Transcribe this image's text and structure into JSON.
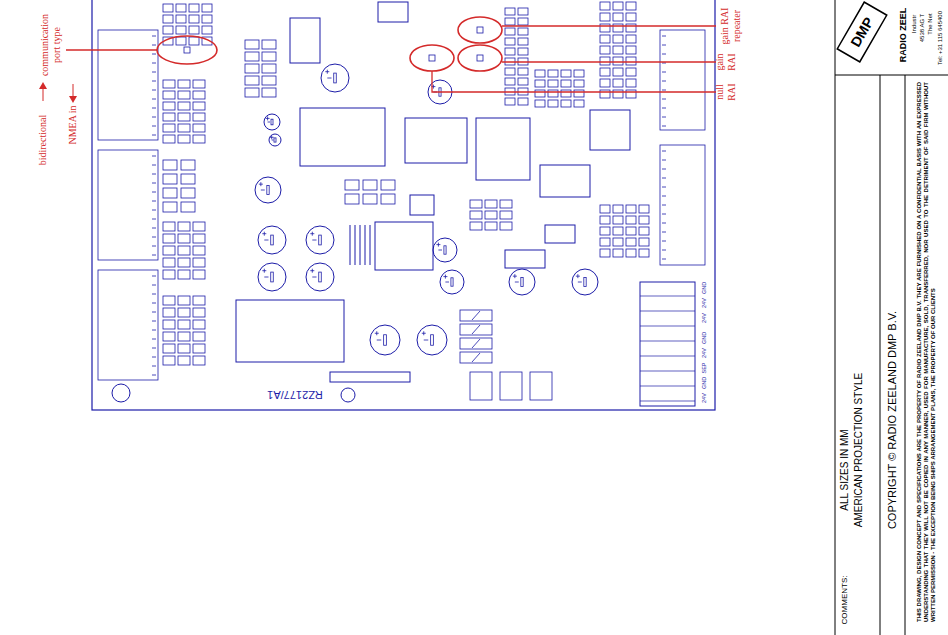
{
  "diagram": {
    "labels": [
      "communication port type",
      "bidirectional",
      "NMEA in",
      "gain RAI repeater",
      "gain RAI",
      "null RAI",
      "RZ2177/A1",
      "24V",
      "GND",
      "SEP",
      "24V",
      "GND",
      "24V",
      "24V",
      "GND",
      "ALL SIZES IN MM",
      "AMERICAN PROJECTION STYLE",
      "COPYRIGHT © RADIO ZEELAND DMP B.V.",
      "COMMENTS:",
      "THIS DRAWING, DESIGN CONCEPT AND SPECIFICATIONS ARE THE PROPERTY OF RADIO ZEELAND DMP B.V. THEY ARE FURNISHED ON A CONFIDENTIAL BASIS WITH AN EXPRESSED UNDERSTANDING THAT THEY WILL NOT BE COPIED IN ANY MANNER, USED FOR MANUFACTURE, SOLD, TRANSFERRED, NOR USED TO THE DETRIMENT OF SAID FIRM WITHOUT WRITTEN PERMISSION - THE EXCEPTION BEING SHIPS ARRANGEMENT PLANS, THE PROPERTY OF OUR CLIENTS",
      "RADIO ZEEL",
      "Industr",
      "4538 AG T",
      "The Net",
      "Tel: +31 115 645400",
      "DMP"
    ]
  }
}
